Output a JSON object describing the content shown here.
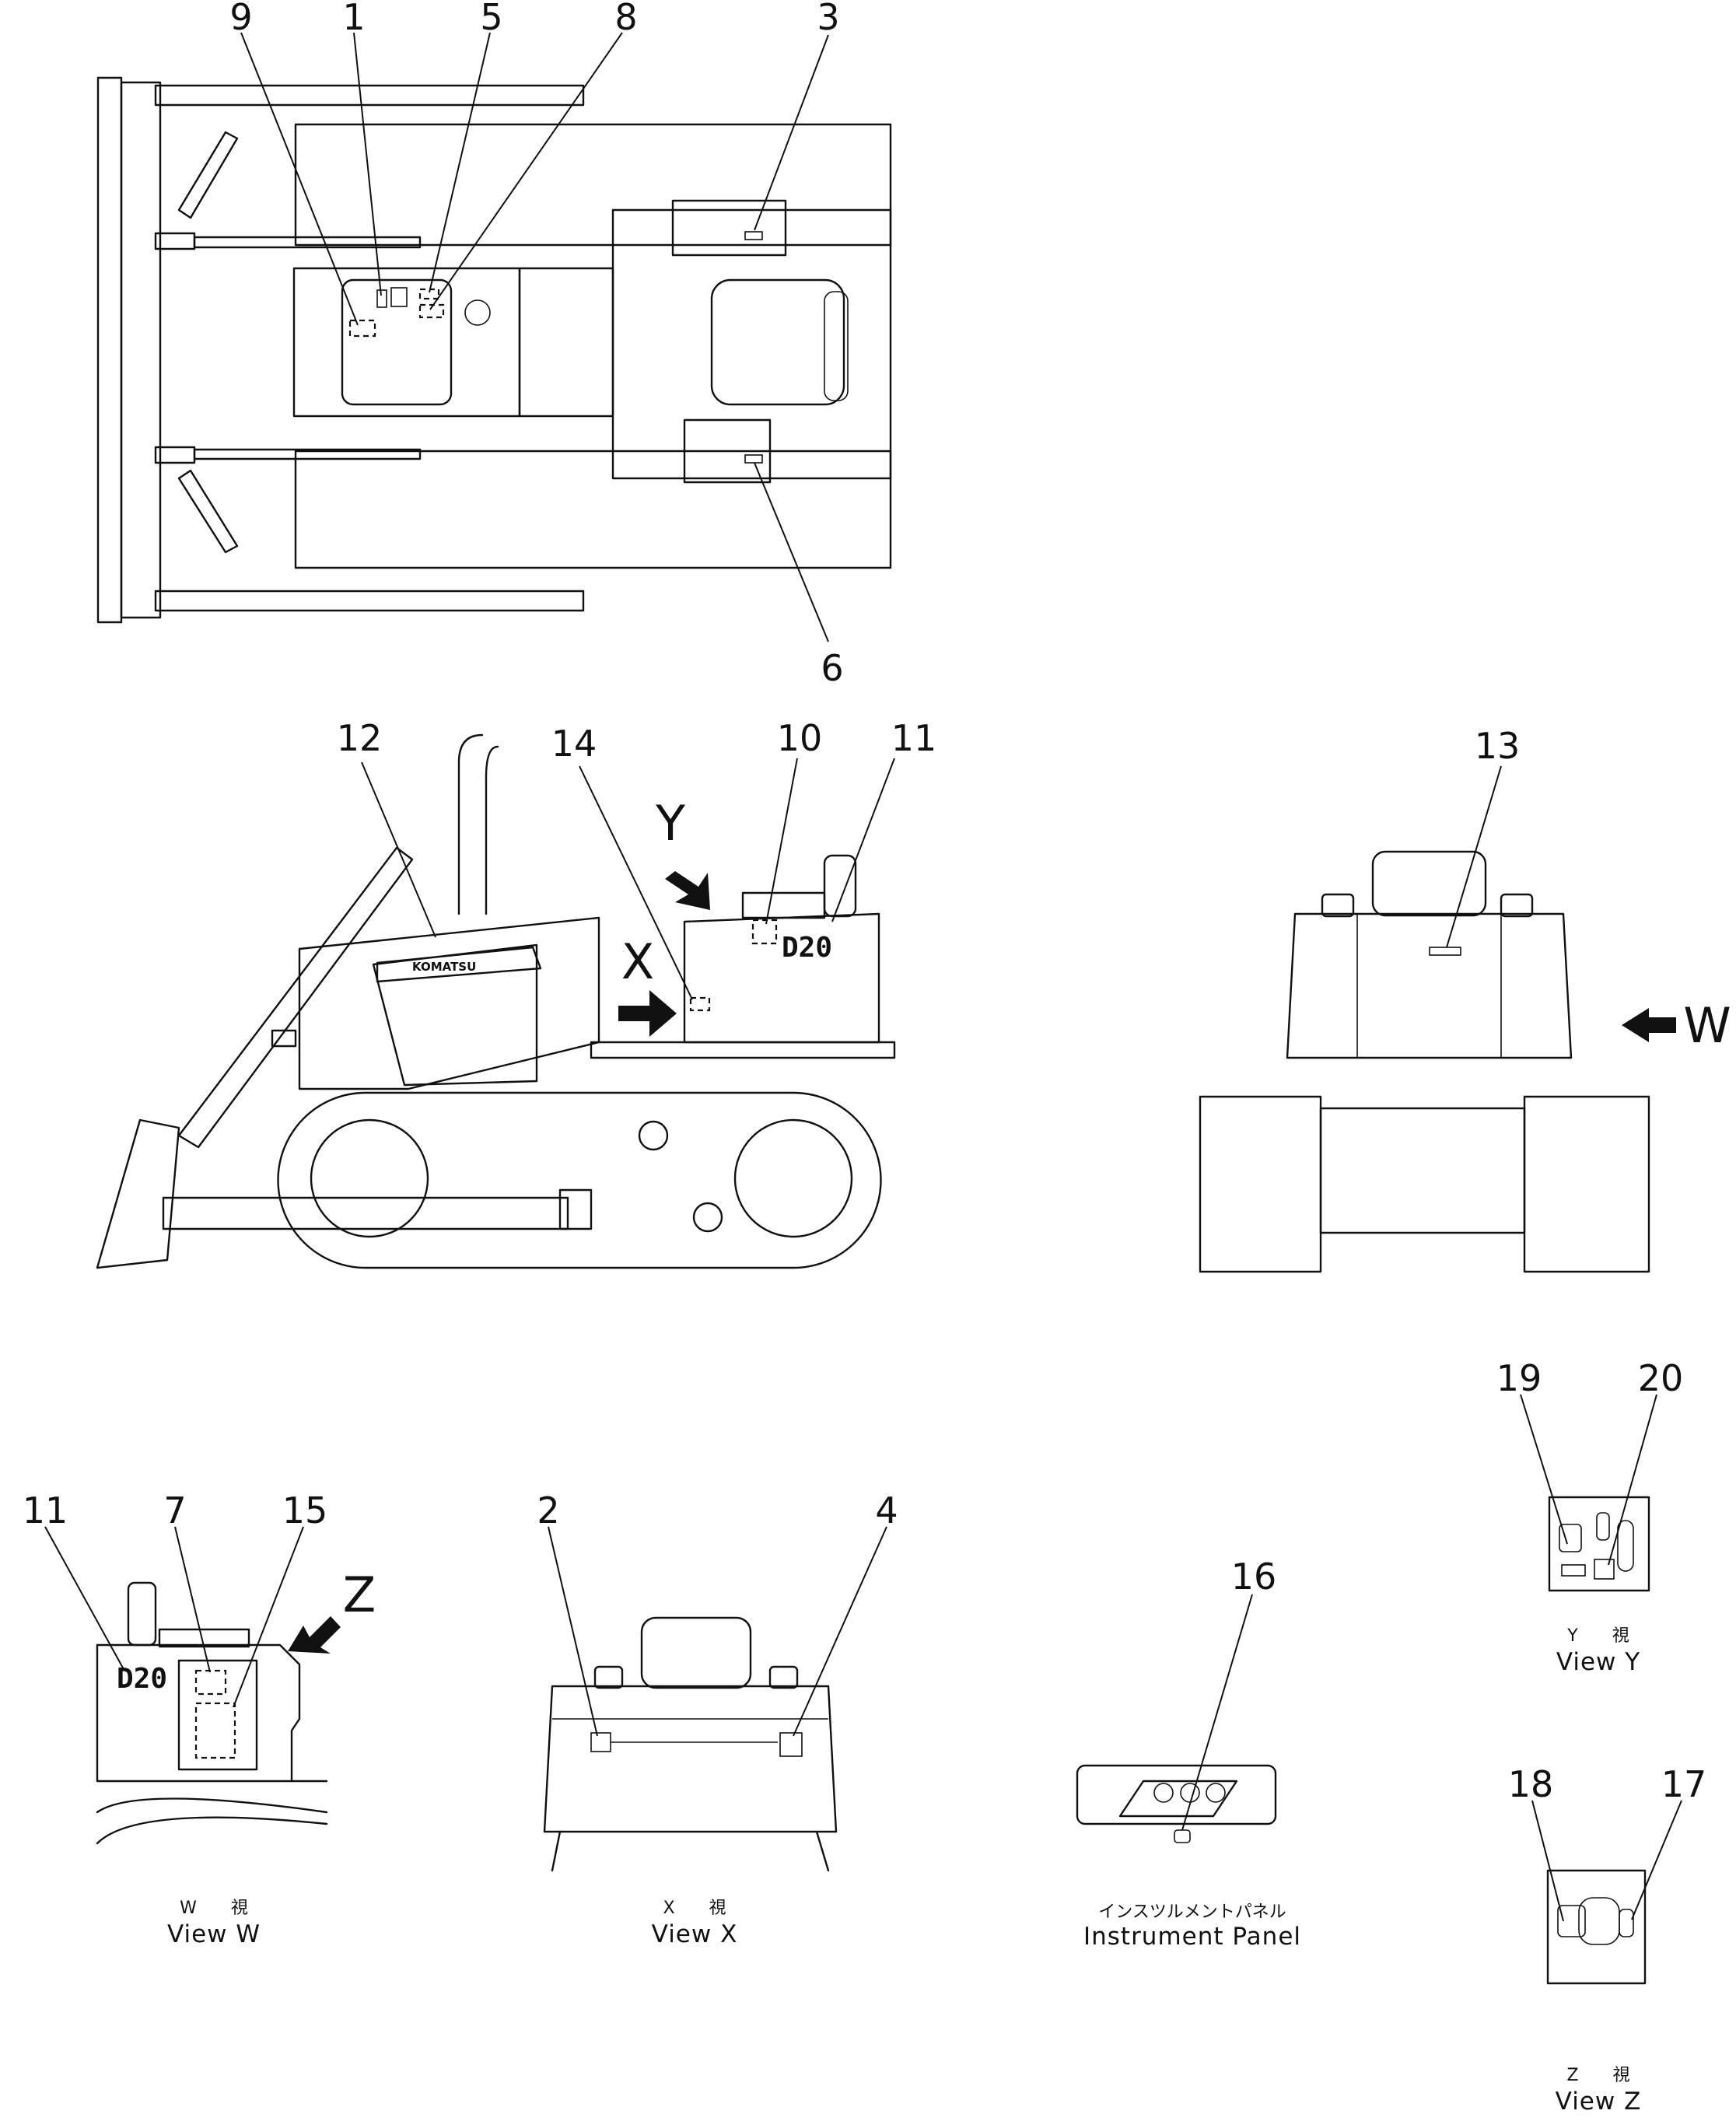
{
  "callouts": {
    "c1": "1",
    "c2": "2",
    "c3": "3",
    "c4": "4",
    "c5": "5",
    "c6": "6",
    "c7": "7",
    "c8": "8",
    "c9": "9",
    "c10": "10",
    "c11a": "11",
    "c11b": "11",
    "c12": "12",
    "c13": "13",
    "c14": "14",
    "c15": "15",
    "c16": "16",
    "c17": "17",
    "c18": "18",
    "c19": "19",
    "c20": "20"
  },
  "view_letters": {
    "x": "X",
    "y": "Y",
    "w": "W",
    "z": "Z"
  },
  "markings": {
    "model_side": "D20",
    "model_view_w": "D20",
    "logo": "KOMATSU"
  },
  "captions": {
    "view_w_jp": "W　　視",
    "view_w_en": "View  W",
    "view_x_jp": "X　　視",
    "view_x_en": "View  X",
    "view_y_jp": "Y　　視",
    "view_y_en": "View  Y",
    "view_z_jp": "Z　　視",
    "view_z_en": "View  Z",
    "panel_jp": "インスツルメントパネル",
    "panel_en": "Instrument  Panel"
  }
}
